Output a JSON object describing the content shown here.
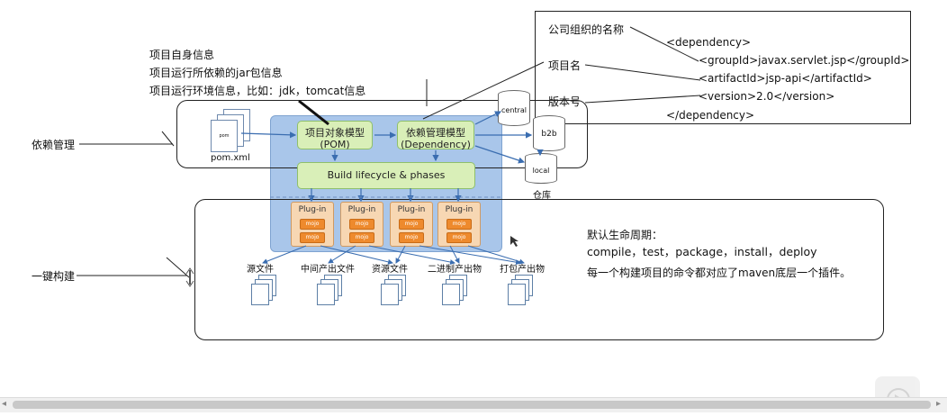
{
  "notes": {
    "self_info": "项目自身信息",
    "jar_deps": "项目运行所依赖的jar包信息",
    "env_info": "项目运行环境信息，比如：jdk，tomcat信息",
    "dep_mgmt": "依赖管理",
    "one_key_build": "一键构建"
  },
  "code_box": {
    "label_org": "公司组织的名称",
    "label_proj": "项目名",
    "label_ver": "版本号",
    "lines": [
      "<dependency>",
      "<groupId>javax.servlet.jsp</groupId>",
      "<artifactId>jsp-api</artifactId>",
      "<version>2.0</version>",
      "</dependency>"
    ]
  },
  "diagram": {
    "pom_doc_label": "pom",
    "pom_file": "pom.xml",
    "pom_model_line1": "项目对象模型",
    "pom_model_line2": "(POM)",
    "dep_model_line1": "依赖管理模型",
    "dep_model_line2": "(Dependency)",
    "lifecycle": "Build lifecycle & phases",
    "plugin_label": "Plug-in",
    "mojo_label": "mojo",
    "repos": [
      "central",
      "b2b",
      "local"
    ],
    "repo_caption": "仓库",
    "outputs": [
      "源文件",
      "中间产出文件",
      "资源文件",
      "二进制产出物",
      "打包产出物"
    ]
  },
  "lifecycle_notes": {
    "title": "默认生命周期：",
    "phases": "compile，test，package，install，deploy",
    "desc": "每一个构建项目的命令都对应了maven底层一个插件。"
  }
}
